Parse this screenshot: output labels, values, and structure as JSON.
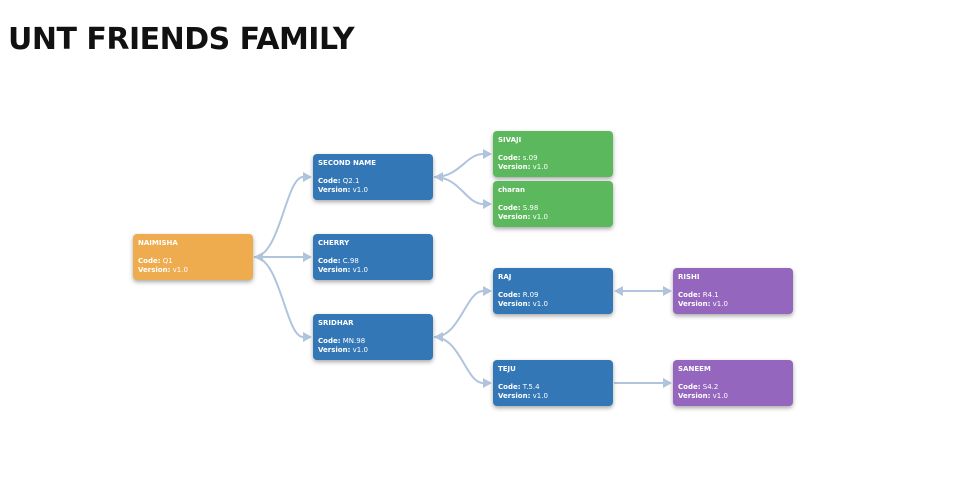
{
  "title": "UNT FRIENDS FAMILY",
  "labels": {
    "code": "Code:",
    "version": "Version:"
  },
  "colors": {
    "orange": "#efac4e",
    "blue": "#3377b6",
    "green": "#5cb85c",
    "purple": "#9466bd",
    "connector": "#b0c4de"
  },
  "nodes": {
    "naimisha": {
      "name": "NAIMISHA",
      "code": "Q1",
      "version": "v1.0",
      "color": "orange"
    },
    "second_name": {
      "name": "SECOND NAME",
      "code": "Q2.1",
      "version": "v1.0",
      "color": "blue"
    },
    "cherry": {
      "name": "CHERRY",
      "code": "C.98",
      "version": "v1.0",
      "color": "blue"
    },
    "sridhar": {
      "name": "SRIDHAR",
      "code": "MN.98",
      "version": "v1.0",
      "color": "blue"
    },
    "sivaji": {
      "name": "SIVAJI",
      "code": "s.09",
      "version": "v1.0",
      "color": "green"
    },
    "charan": {
      "name": "charan",
      "code": "S.98",
      "version": "v1.0",
      "color": "green"
    },
    "raj": {
      "name": "RAJ",
      "code": "R.09",
      "version": "v1.0",
      "color": "blue"
    },
    "teju": {
      "name": "TEJU",
      "code": "T.5.4",
      "version": "v1.0",
      "color": "blue"
    },
    "rishi": {
      "name": "RISHI",
      "code": "R4.1",
      "version": "v1.0",
      "color": "purple"
    },
    "saneem": {
      "name": "SANEEM",
      "code": "S4.2",
      "version": "v1.0",
      "color": "purple"
    }
  },
  "edges": [
    {
      "from": "naimisha",
      "to": "second_name"
    },
    {
      "from": "naimisha",
      "to": "cherry"
    },
    {
      "from": "naimisha",
      "to": "sridhar"
    },
    {
      "from": "second_name",
      "to": "sivaji"
    },
    {
      "from": "second_name",
      "to": "charan"
    },
    {
      "from": "sridhar",
      "to": "raj"
    },
    {
      "from": "sridhar",
      "to": "teju"
    },
    {
      "from": "raj",
      "to": "rishi",
      "bidirectional": true
    },
    {
      "from": "teju",
      "to": "saneem"
    }
  ]
}
